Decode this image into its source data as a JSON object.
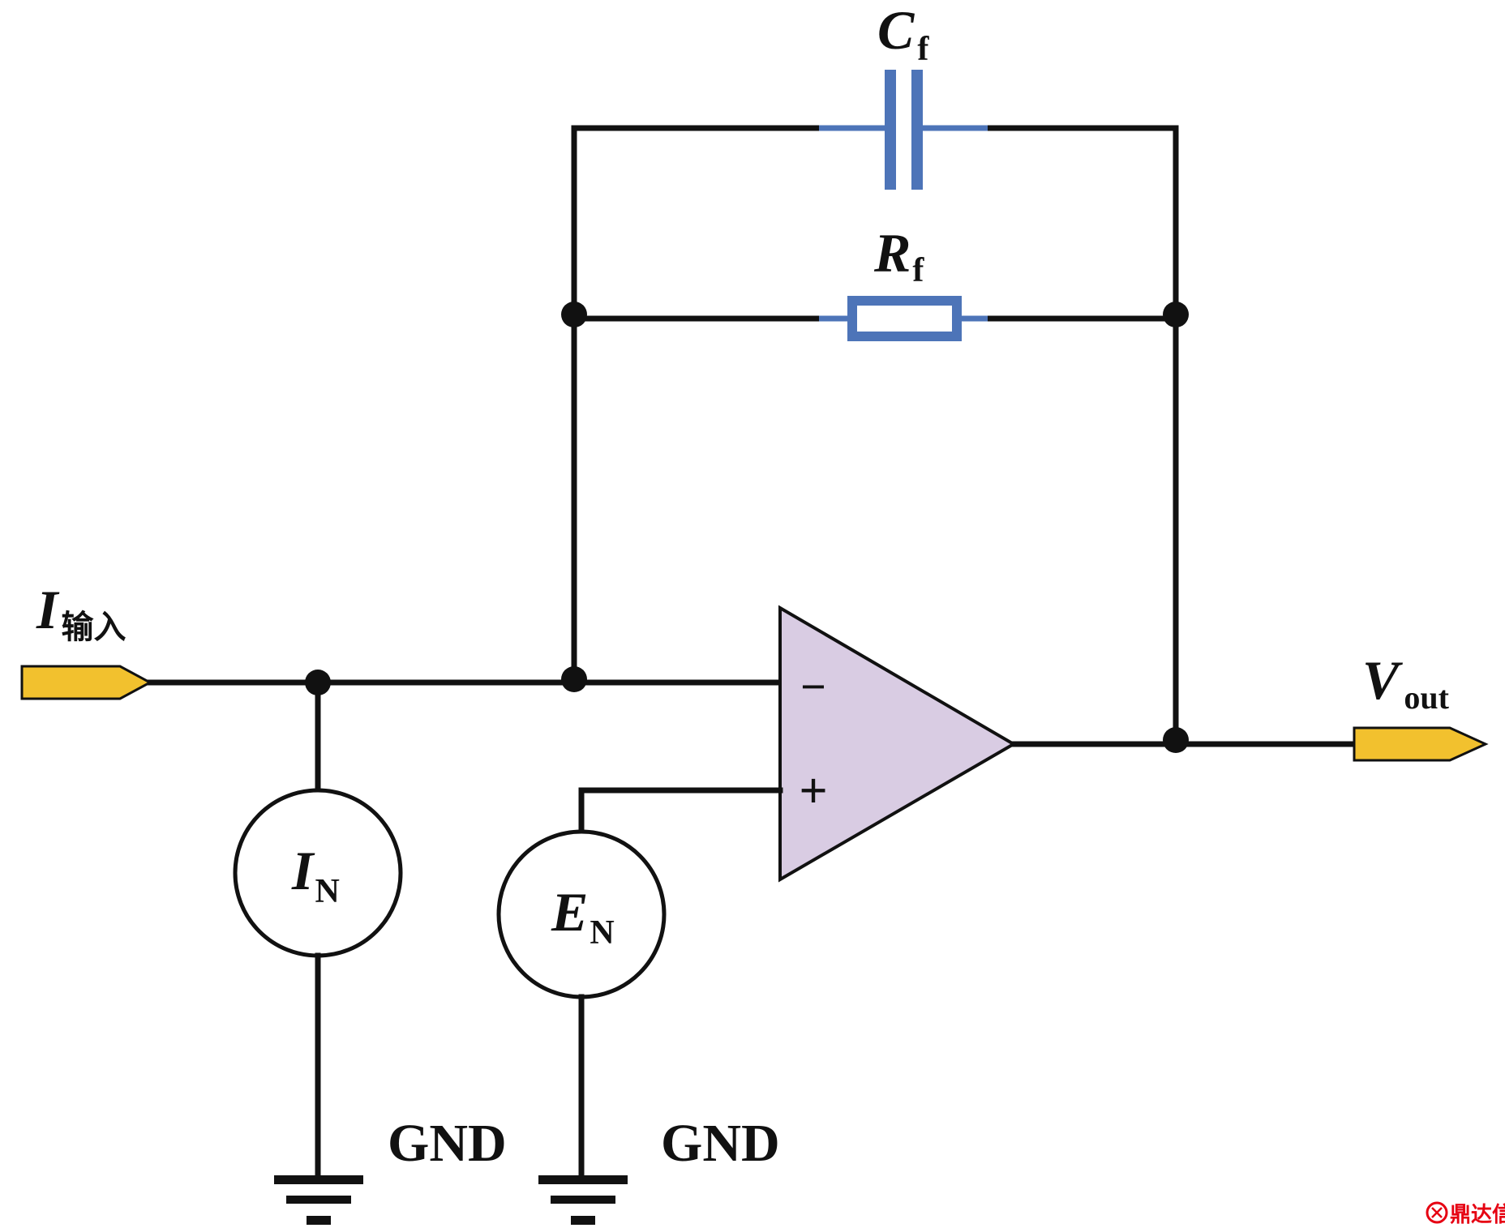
{
  "labels": {
    "cf_main": "C",
    "cf_sub": "f",
    "rf_main": "R",
    "rf_sub": "f",
    "iin_main": "I",
    "iin_sub": "输入",
    "vout_main": "V",
    "vout_sub": "out",
    "in_main": "I",
    "in_sub": "N",
    "en_main": "E",
    "en_sub": "N",
    "minus": "−",
    "plus": "+",
    "gnd_left": "GND",
    "gnd_right": "GND"
  },
  "watermark": {
    "text": "鼎达信",
    "logo_color": "#e60012"
  },
  "colors": {
    "wire": "#111111",
    "component_blue": "#4d74b8",
    "opamp_fill": "#d9cce3",
    "port_fill": "#f2c12e"
  }
}
